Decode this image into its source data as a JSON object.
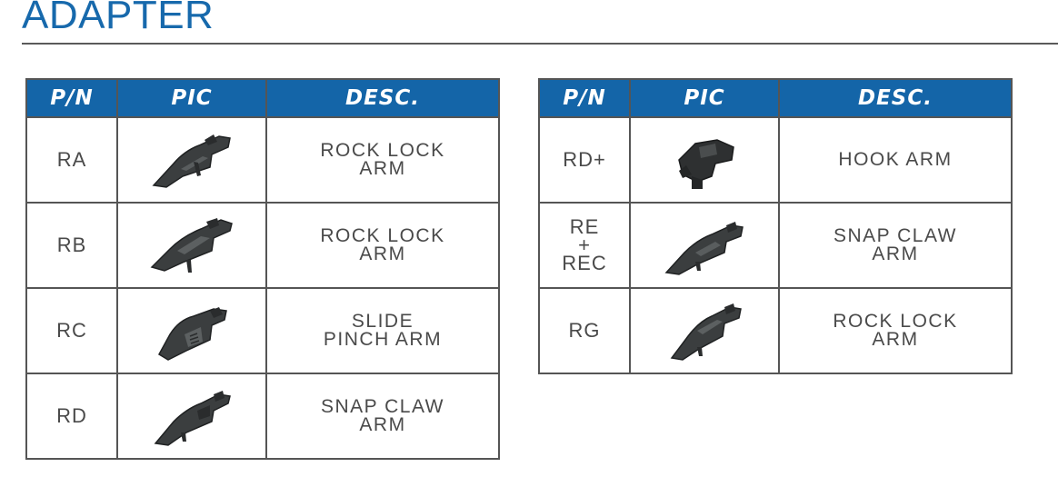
{
  "title": "ADAPTER",
  "colors": {
    "title": "#1769ac",
    "header_bg": "#1465a8",
    "rule": "#5a5a5a",
    "text": "#4a4a4a"
  },
  "headers": {
    "pn": "P/N",
    "pic": "PIC",
    "desc": "DESC."
  },
  "left_table": [
    {
      "pn": [
        "RA"
      ],
      "desc": [
        "ROCK LOCK",
        "ARM"
      ],
      "icon": "wiper-adapter-ra-icon"
    },
    {
      "pn": [
        "RB"
      ],
      "desc": [
        "ROCK LOCK",
        "ARM"
      ],
      "icon": "wiper-adapter-rb-icon"
    },
    {
      "pn": [
        "RC"
      ],
      "desc": [
        "SLIDE",
        "PINCH ARM"
      ],
      "icon": "wiper-adapter-rc-icon"
    },
    {
      "pn": [
        "RD"
      ],
      "desc": [
        "SNAP CLAW",
        "ARM"
      ],
      "icon": "wiper-adapter-rd-icon"
    }
  ],
  "right_table": [
    {
      "pn": [
        "RD+"
      ],
      "desc": [
        "HOOK ARM"
      ],
      "icon": "wiper-adapter-rdplus-icon"
    },
    {
      "pn": [
        "RE",
        "+",
        "REC"
      ],
      "desc": [
        "SNAP CLAW",
        "ARM"
      ],
      "icon": "wiper-adapter-re-icon"
    },
    {
      "pn": [
        "RG"
      ],
      "desc": [
        "ROCK LOCK",
        "ARM"
      ],
      "icon": "wiper-adapter-rg-icon"
    }
  ]
}
